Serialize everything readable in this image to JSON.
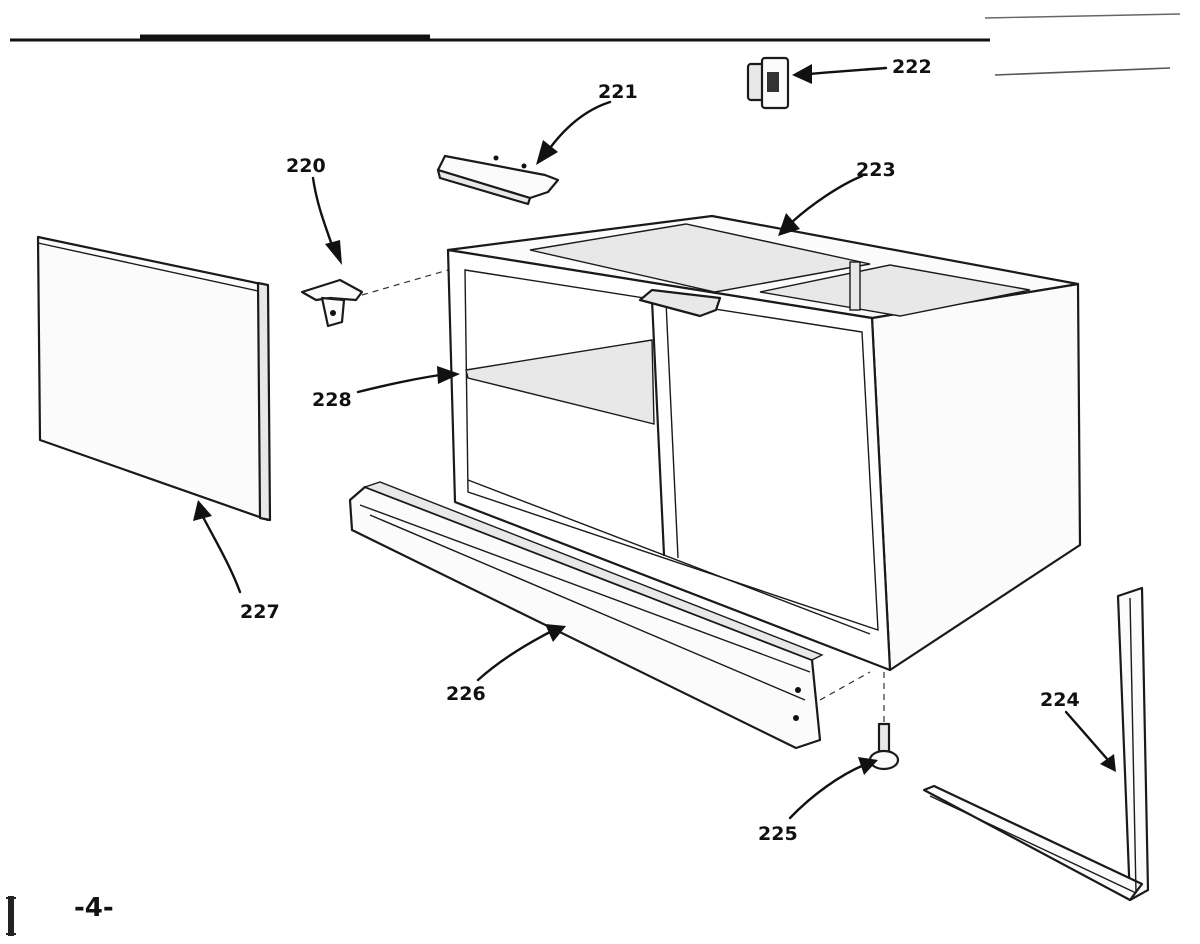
{
  "page_number": "-4-",
  "parts": [
    {
      "id": "part-220",
      "number": "220"
    },
    {
      "id": "part-221",
      "number": "221"
    },
    {
      "id": "part-222",
      "number": "222"
    },
    {
      "id": "part-223",
      "number": "223"
    },
    {
      "id": "part-224",
      "number": "224"
    },
    {
      "id": "part-225",
      "number": "225"
    },
    {
      "id": "part-226",
      "number": "226"
    },
    {
      "id": "part-227",
      "number": "227"
    },
    {
      "id": "part-228",
      "number": "228"
    }
  ]
}
